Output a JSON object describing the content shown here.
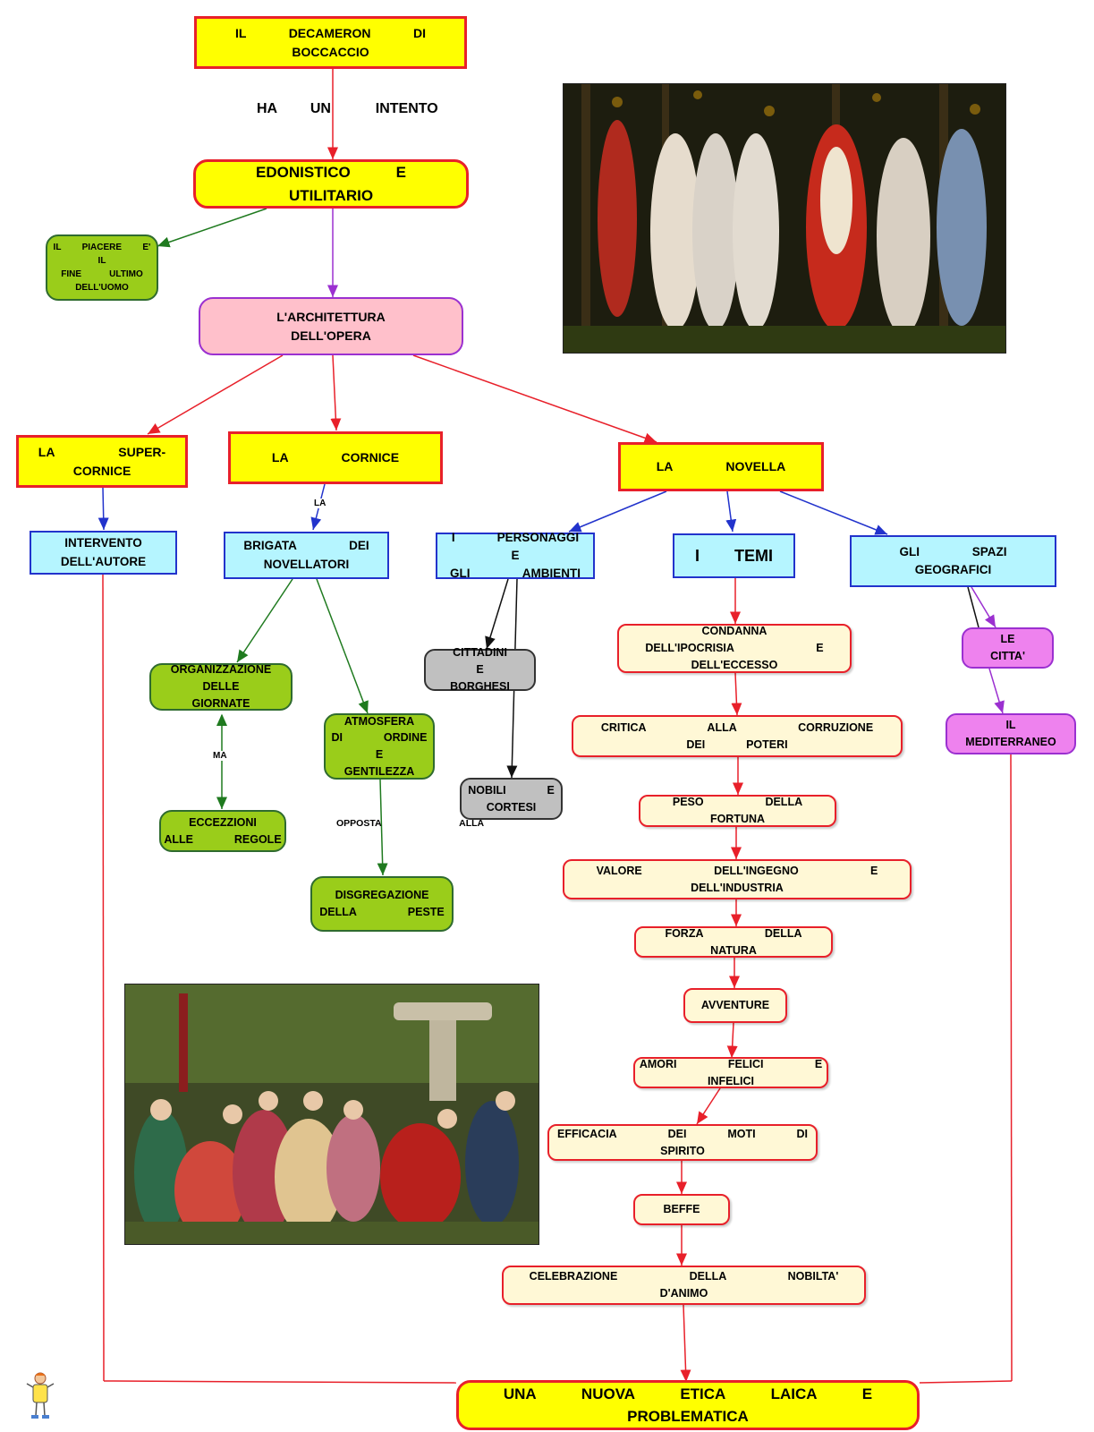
{
  "nodes": {
    "title": "IL    DECAMERON    DI    BOCCACCIO",
    "edonistico": "EDONISTICO    E    UTILITARIO",
    "piacere": "IL   PIACERE   E'  IL\nFINE    ULTIMO\nDELL'UOMO",
    "architettura": "L'ARCHITETTURA        DELL'OPERA",
    "super_cornice": "LA      SUPER-CORNICE",
    "cornice": "LA     CORNICE",
    "novella": "LA     NOVELLA",
    "intervento": "INTERVENTO\nDELL'AUTORE",
    "brigata": "BRIGATA     DEI\nNOVELLATORI",
    "personaggi": "I    PERSONAGGI     E\nGLI     AMBIENTI",
    "temi": "I   TEMI",
    "spazi": "GLI     SPAZI       GEOGRAFICI",
    "organizzazione": "ORGANIZZAZIONE\nDELLE     GIORNATE",
    "atmosfera": "ATMOSFERA\nDI    ORDINE    E\nGENTILEZZA",
    "eccezioni": "ECCEZZIONI\nALLE    REGOLE",
    "disgregazione": "DISGREGAZIONE\nDELLA     PESTE",
    "cittadini": "CITTADINI     E\nBORGHESI",
    "nobili": "NOBILI    E\nCORTESI",
    "citta": "LE    CITTA'",
    "mediterraneo": "IL\nMEDITERRANEO",
    "etica": "UNA    NUOVA    ETICA    LAICA    E     PROBLEMATICA"
  },
  "temi_list": [
    "CONDANNA        DELL'IPOCRISIA        E\nDELL'ECCESSO",
    "CRITICA      ALLA      CORRUZIONE      DEI    POTERI",
    "PESO      DELLA       FORTUNA",
    "VALORE       DELL'INGEGNO       E       DELL'INDUSTRIA",
    "FORZA      DELLA       NATURA",
    "AVVENTURE",
    "AMORI     FELICI     E     INFELICI",
    "EFFICACIA     DEI    MOTI    DI    SPIRITO",
    "BEFFE",
    "CELEBRAZIONE       DELLA      NOBILTA'      D'ANIMO"
  ],
  "labels": {
    "intento": "HA   UN    INTENTO",
    "la": "LA",
    "ma": "MA",
    "opposta": "OPPOSTA        ALLA"
  },
  "colors": {
    "red_line": "#e8202a",
    "blue_line": "#2233cc",
    "green_line": "#1f7a1f",
    "violet_line": "#9b30d0",
    "black_line": "#111111"
  }
}
